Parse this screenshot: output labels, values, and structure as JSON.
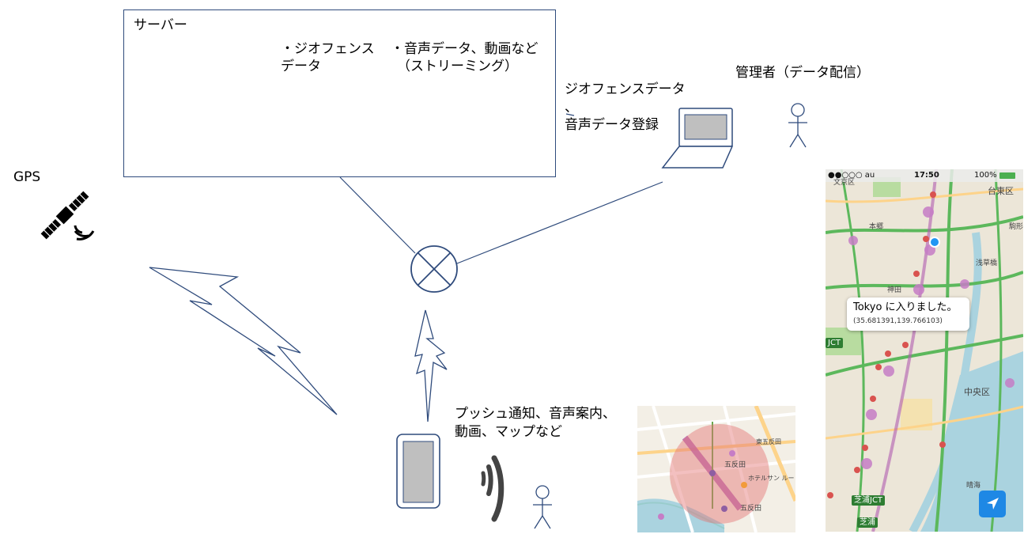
{
  "server": {
    "title": "サーバー",
    "db1_label_line1": "・ジオフェンス",
    "db1_label_line2": "データ",
    "db2_label_line1": "・音声データ、動画など",
    "db2_label_line2": "（ストリーミング）"
  },
  "admin": {
    "register_line1": "ジオフェンスデータ",
    "register_line2": "、",
    "register_line3": "音声データ登録",
    "label": "管理者（データ配信）"
  },
  "gps": {
    "label": "GPS"
  },
  "mobile": {
    "label_line1": "プッシュ通知、音声案内、",
    "label_line2": "動画、マップなど"
  },
  "phone_map": {
    "carrier": "●●○○○ au",
    "time": "17:50",
    "battery": "100%",
    "popup_title": "Tokyo に入りました。",
    "popup_coords": "(35.681391,139.766103)",
    "wards": [
      "文京区",
      "台東区",
      "中央区"
    ],
    "places": [
      "本郷",
      "神田",
      "浅草橋",
      "晴海",
      "駒形"
    ],
    "jct_left": "JCT",
    "jct_shibaura": "芝浦JCT",
    "shibaura": "芝浦"
  },
  "small_map": {
    "places": [
      "五反田",
      "ホテルサン ルート五反田",
      "東五反田",
      "五反田"
    ]
  },
  "colors": {
    "server_cube": "#4472c4",
    "line": "#2f4b7c",
    "geofence": "#e57373"
  }
}
